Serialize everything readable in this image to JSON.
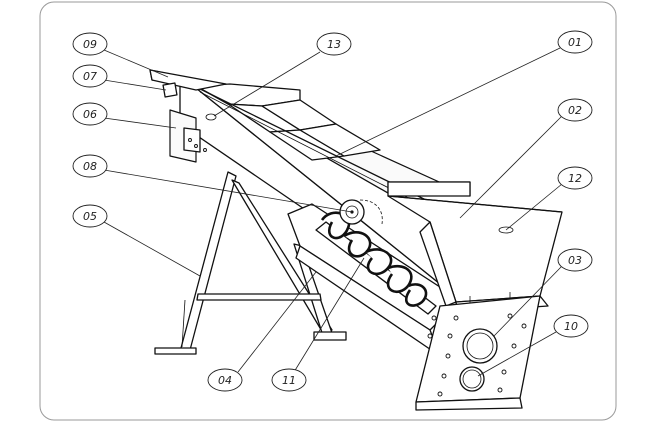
{
  "callouts": [
    {
      "id": "09",
      "label": "09"
    },
    {
      "id": "07",
      "label": "07"
    },
    {
      "id": "06",
      "label": "06"
    },
    {
      "id": "08",
      "label": "08"
    },
    {
      "id": "05",
      "label": "05"
    },
    {
      "id": "13",
      "label": "13"
    },
    {
      "id": "01",
      "label": "01"
    },
    {
      "id": "02",
      "label": "02"
    },
    {
      "id": "12",
      "label": "12"
    },
    {
      "id": "03",
      "label": "03"
    },
    {
      "id": "10",
      "label": "10"
    },
    {
      "id": "04",
      "label": "04"
    },
    {
      "id": "11",
      "label": "11"
    }
  ]
}
